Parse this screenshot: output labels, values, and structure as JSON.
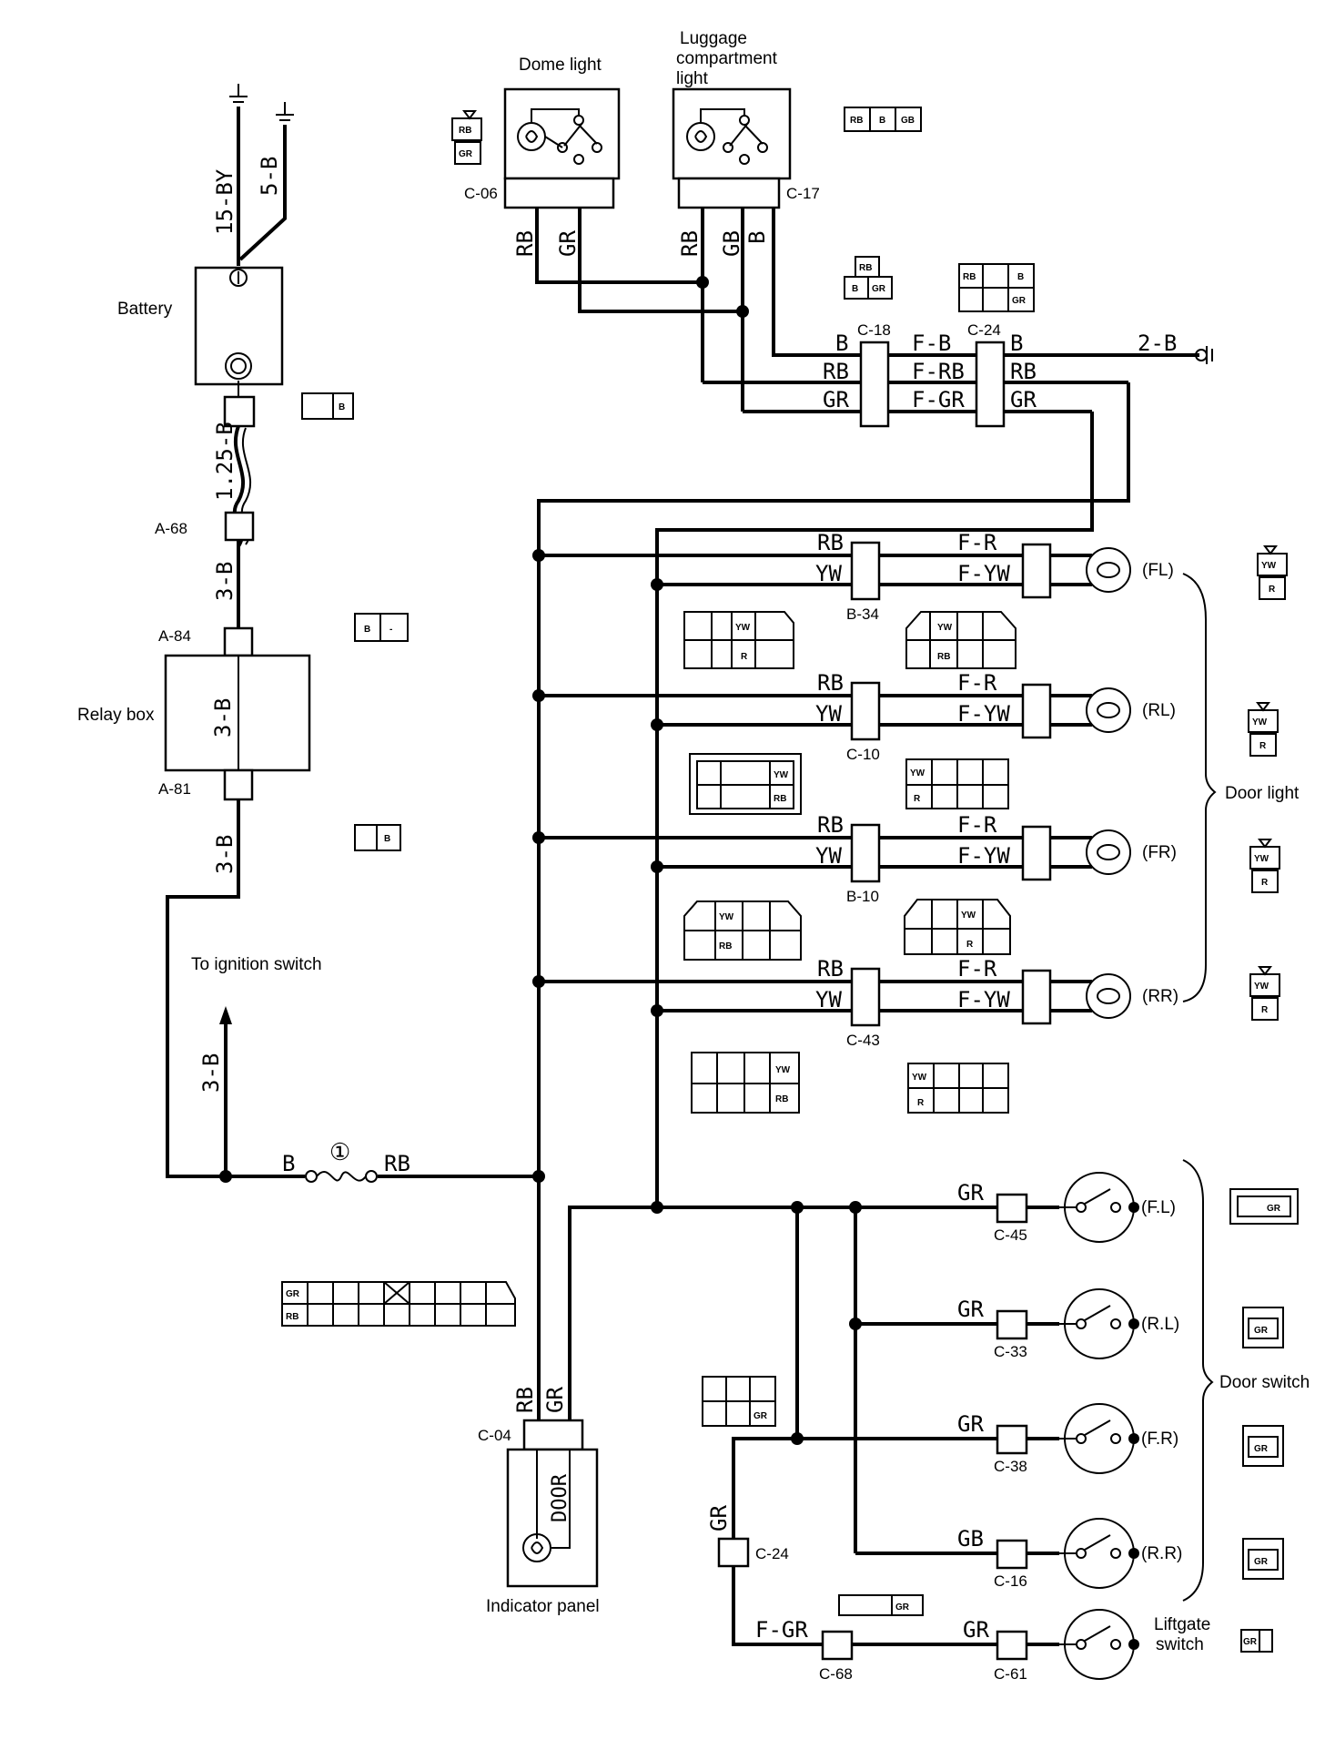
{
  "components": {
    "battery": "Battery",
    "relay_box": "Relay box",
    "dome_light": "Dome light",
    "luggage_light": [
      "Luggage",
      "compartment",
      "light"
    ],
    "to_ignition": "To ignition switch",
    "indicator_panel": "Indicator panel",
    "door_text": "DOOR",
    "door_light": "Door light",
    "door_switch": "Door switch",
    "liftgate_switch": [
      "Liftgate",
      "switch"
    ],
    "fuse_no": "①"
  },
  "connectors": {
    "c06": "C-06",
    "c17": "C-17",
    "c18": "C-18",
    "c24": "C-24",
    "a68": "A-68",
    "a84": "A-84",
    "a81": "A-81",
    "b34": "B-34",
    "c10": "C-10",
    "b10": "B-10",
    "c43": "C-43",
    "c04": "C-04",
    "c45": "C-45",
    "c33": "C-33",
    "c38": "C-38",
    "c16": "C-16",
    "c24b": "C-24",
    "c68": "C-68",
    "c61": "C-61"
  },
  "wires": {
    "w15by": "15-BY",
    "w5b": "5-B",
    "w125b": "1.25-B",
    "w3b_1": "3-B",
    "w3b_2": "3-B",
    "w3b_3": "3-B",
    "w3b_4": "3-B",
    "fuse_in": "B",
    "fuse_out": "RB",
    "rb": "RB",
    "gr": "GR",
    "gb": "GB",
    "b": "B",
    "fb": "F-B",
    "frb": "F-RB",
    "fgr": "F-GR",
    "w2b": "2-B",
    "yw": "YW",
    "fr": "F-R",
    "fyw": "F-YW"
  },
  "positions": {
    "fl": "(FL)",
    "rl": "(RL)",
    "fr": "(FR)",
    "rr": "(RR)",
    "fl2": "(F.L)",
    "rl2": "(R.L)",
    "fr2": "(F.R)",
    "rr2": "(R.R)"
  },
  "pins": {
    "rb": "RB",
    "gr": "GR",
    "b": "B",
    "gb": "GB",
    "yw": "YW",
    "r": "R",
    "dash": "-"
  }
}
